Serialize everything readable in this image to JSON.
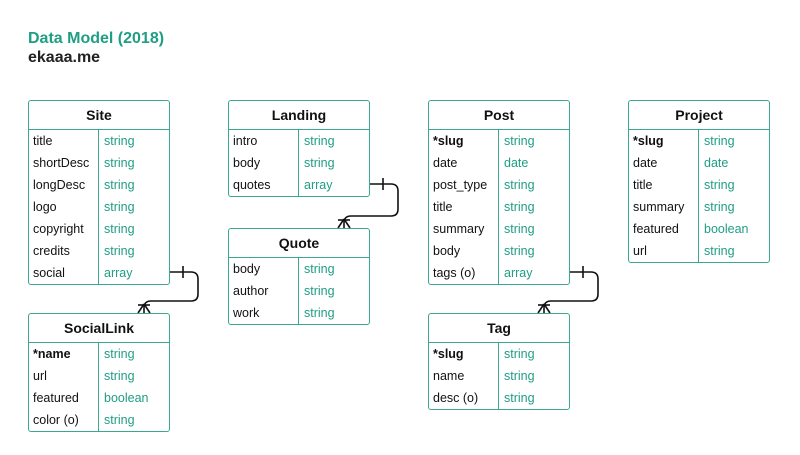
{
  "header": {
    "title": "Data Model (2018)",
    "subtitle": "ekaaa.me"
  },
  "entities": {
    "site": {
      "name": "Site",
      "fields": [
        {
          "name": "title",
          "type": "string"
        },
        {
          "name": "shortDesc",
          "type": "string"
        },
        {
          "name": "longDesc",
          "type": "string"
        },
        {
          "name": "logo",
          "type": "string"
        },
        {
          "name": "copyright",
          "type": "string"
        },
        {
          "name": "credits",
          "type": "string"
        },
        {
          "name": "social",
          "type": "array"
        }
      ]
    },
    "landing": {
      "name": "Landing",
      "fields": [
        {
          "name": "intro",
          "type": "string"
        },
        {
          "name": "body",
          "type": "string"
        },
        {
          "name": "quotes",
          "type": "array"
        }
      ]
    },
    "post": {
      "name": "Post",
      "fields": [
        {
          "name": "*slug",
          "type": "string",
          "key": true
        },
        {
          "name": "date",
          "type": "date"
        },
        {
          "name": "post_type",
          "type": "string"
        },
        {
          "name": "title",
          "type": "string"
        },
        {
          "name": "summary",
          "type": "string"
        },
        {
          "name": "body",
          "type": "string"
        },
        {
          "name": "tags (o)",
          "type": "array"
        }
      ]
    },
    "project": {
      "name": "Project",
      "fields": [
        {
          "name": "*slug",
          "type": "string",
          "key": true
        },
        {
          "name": "date",
          "type": "date"
        },
        {
          "name": "title",
          "type": "string"
        },
        {
          "name": "summary",
          "type": "string"
        },
        {
          "name": "featured",
          "type": "boolean"
        },
        {
          "name": "url",
          "type": "string"
        }
      ]
    },
    "quote": {
      "name": "Quote",
      "fields": [
        {
          "name": "body",
          "type": "string"
        },
        {
          "name": "author",
          "type": "string"
        },
        {
          "name": "work",
          "type": "string"
        }
      ]
    },
    "socialLink": {
      "name": "SocialLink",
      "fields": [
        {
          "name": "*name",
          "type": "string",
          "key": true
        },
        {
          "name": "url",
          "type": "string"
        },
        {
          "name": "featured",
          "type": "boolean"
        },
        {
          "name": "color (o)",
          "type": "string"
        }
      ]
    },
    "tag": {
      "name": "Tag",
      "fields": [
        {
          "name": "*slug",
          "type": "string",
          "key": true
        },
        {
          "name": "name",
          "type": "string"
        },
        {
          "name": "desc (o)",
          "type": "string"
        }
      ]
    }
  },
  "relationships": [
    {
      "from": "site",
      "field": "social",
      "to": "socialLink"
    },
    {
      "from": "landing",
      "field": "quotes",
      "to": "quote"
    },
    {
      "from": "post",
      "field": "tags (o)",
      "to": "tag"
    }
  ],
  "colors": {
    "accent": "#1f9e84",
    "border": "#3aa88e",
    "line": "#111111"
  }
}
